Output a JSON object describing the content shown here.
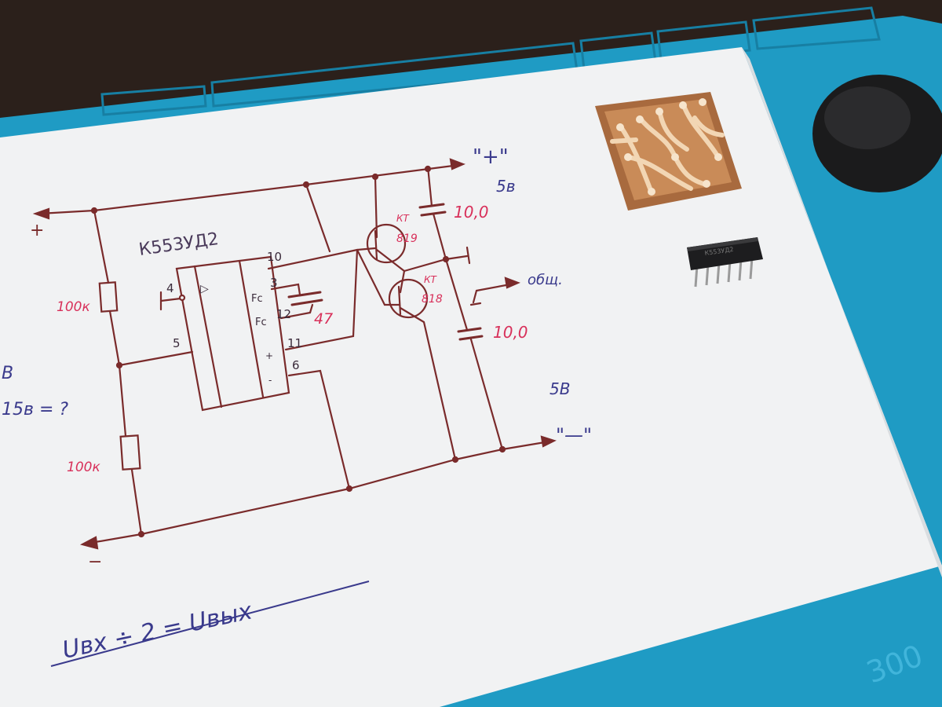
{
  "labels": {
    "ic_name": "К553УД2",
    "pin4": "4",
    "pin5": "5",
    "pin10": "10",
    "pin3": "3",
    "pin12": "12",
    "pin11": "11",
    "pin6": "6",
    "fc1": "Fc",
    "fc2": "Fc",
    "plus_sign": "+",
    "minus_sign": "-",
    "triangle": "▷",
    "r_top": "100к",
    "r_bottom": "100к",
    "cap_small": "47",
    "t_top": "КТ\n819",
    "t_top_a": "КТ",
    "t_top_b": "819",
    "t_bot_a": "КТ",
    "t_bot_b": "818",
    "cap_top": "10,0",
    "cap_bot": "10,0",
    "out_plus": "\"+\"",
    "out_plus_v": "5в",
    "out_common": "общ.",
    "out_minus_v": "5В",
    "out_minus": "\"—\"",
    "in_plus": "+",
    "in_minus": "−",
    "left_b": "В",
    "left_q": "15в = ?",
    "formula": "Uвх ÷ 2 = Uвых",
    "mat_mark": "300"
  },
  "colors": {
    "mat": "#1f9bc4",
    "paper": "#f1f2f3",
    "ink_brown": "#7a2b2b",
    "ink_red": "#d8305a",
    "ink_blue": "#3a3a8c",
    "pcb": "#b8784c"
  }
}
